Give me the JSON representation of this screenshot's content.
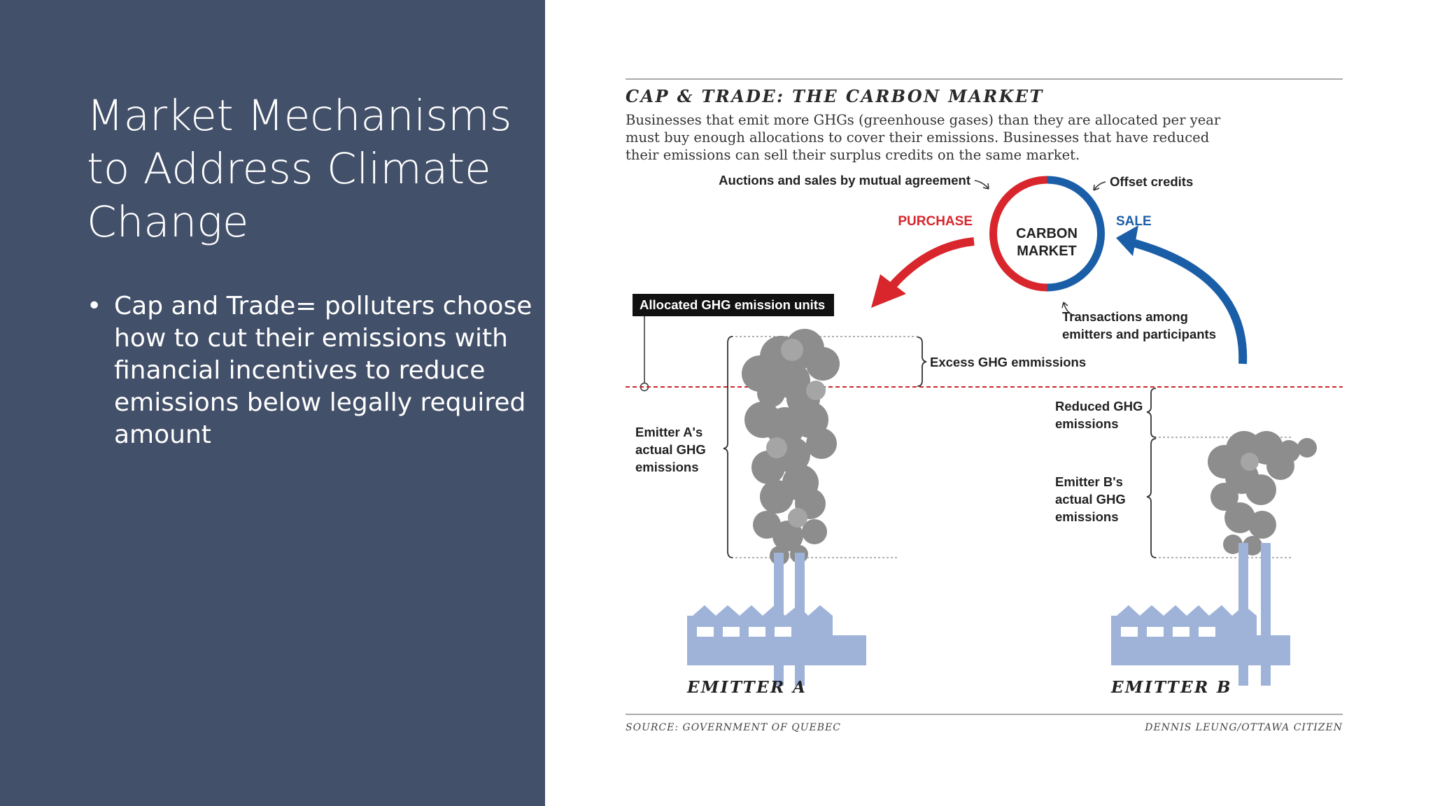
{
  "slide": {
    "title": "Market Mechanisms to Address Climate Change",
    "bullets": [
      "Cap and Trade= polluters choose how to cut their emissions with financial incentives to reduce emissions below legally required amount"
    ],
    "bullet_glyph": "•"
  },
  "infographic": {
    "heading": "CAP & TRADE: THE CARBON MARKET",
    "intro_lines": [
      "Businesses that emit more GHGs (greenhouse gases) than they are allocated per year",
      "must buy enough allocations to cover their emissions. Businesses that have reduced",
      "their emissions can sell their surplus credits on the same market."
    ],
    "auctions_label": "Auctions and sales by mutual agreement",
    "offset_label": "Offset credits",
    "purchase_label": "PURCHASE",
    "sale_label": "SALE",
    "market_label_lines": [
      "CARBON",
      "MARKET"
    ],
    "transactions_lines": [
      "Transactions among",
      "emitters and participants"
    ],
    "allocated_label": "Allocated GHG emission units",
    "excess_label": "Excess GHG emmissions",
    "emitter_a_lines": [
      "Emitter A's",
      "actual GHG",
      "emissions"
    ],
    "reduced_lines": [
      "Reduced GHG",
      "emissions"
    ],
    "emitter_b_lines": [
      "Emitter B's",
      "actual GHG",
      "emissions"
    ],
    "emitter_a_name": "EMITTER A",
    "emitter_b_name": "EMITTER B",
    "source": "SOURCE: GOVERNMENT OF QUEBEC",
    "credit": "DENNIS LEUNG/OTTAWA CITIZEN"
  },
  "icons": [
    "carbon-market-circle-icon",
    "purchase-arrow-icon",
    "sale-arrow-icon",
    "smoke-cloud-icon",
    "factory-icon"
  ],
  "colors": {
    "panel_bg": "#435069",
    "purchase_red": "#d8262c",
    "sale_blue": "#1b5ea8",
    "factory_blue": "#9fb3d9",
    "smoke_gray": "#8d8d8d",
    "cap_line_red": "#c9292c"
  }
}
